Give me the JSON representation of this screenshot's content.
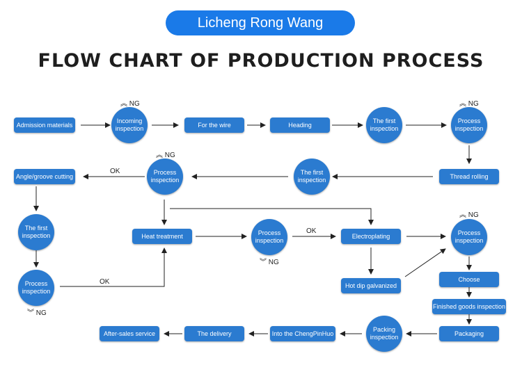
{
  "header": {
    "brand": "Licheng Rong Wang",
    "title": "FLOW CHART OF PRODUCTION PROCESS"
  },
  "colors": {
    "brand": "#1a7ae8",
    "node": "#2b7bd0",
    "line": "#222222"
  },
  "nodes": {
    "admission": "Admission materials",
    "incoming": "Incoming inspection",
    "wire": "For the wire",
    "heading": "Heading",
    "first1": "The first inspection",
    "process1": "Process inspection",
    "thread": "Thread rolling",
    "first2": "The first inspection",
    "process2": "Process inspection",
    "angle": "Angle/groove cutting",
    "first3": "The first inspection",
    "process3": "Process inspection",
    "heat": "Heat treatment",
    "process4": "Process inspection",
    "electro": "Electroplating",
    "hotdip": "Hot dip galvanized",
    "process5": "Process inspection",
    "choose": "Choose",
    "finished": "Finished goods inspection",
    "packaging": "Packaging",
    "packing": "Packing inspection",
    "into": "Into the ChengPinHuo",
    "delivery": "The delivery",
    "aftersales": "After-sales service"
  },
  "labels": {
    "ng_up": "≈ NG",
    "ng_down": "≈ NG",
    "ok": "OK",
    "ng_text": "NG",
    "up_icon": "︽",
    "down_icon": "︾"
  }
}
